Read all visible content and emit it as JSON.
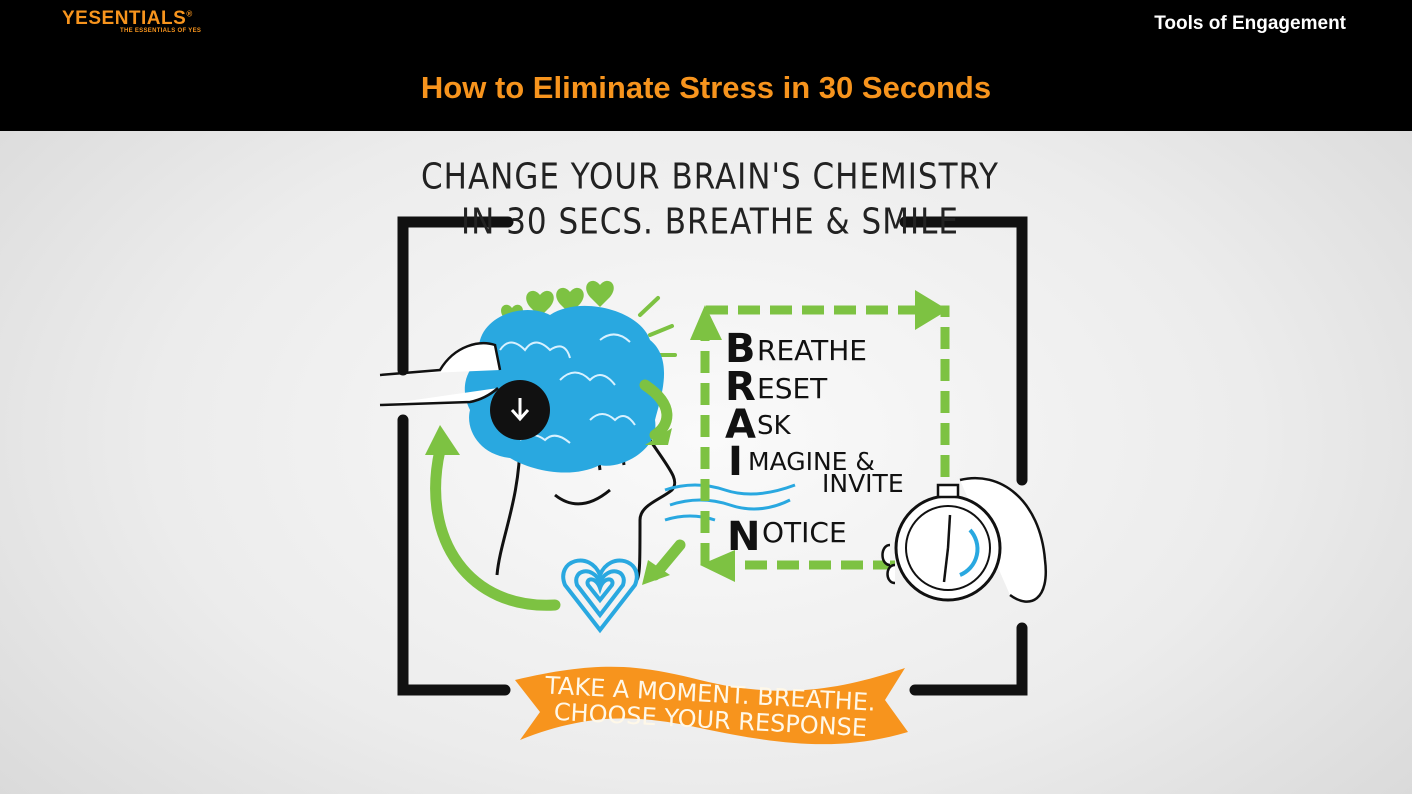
{
  "header": {
    "logo": {
      "name": "YESENTIALS",
      "tagline": "THE ESSENTIALS OF YES"
    },
    "series": "Tools of Engagement",
    "title": "How to Eliminate Stress in 30 Seconds"
  },
  "illustration": {
    "heading_line1": "CHANGE YOUR BRAIN'S CHEMISTRY",
    "heading_line2": "IN 30 SECS. BREATHE & SMILE",
    "acronym": [
      {
        "letter": "B",
        "rest": "REATHE"
      },
      {
        "letter": "R",
        "rest": "ESET"
      },
      {
        "letter": "A",
        "rest": "SK"
      },
      {
        "letter": "I",
        "rest": "MAGINE &"
      },
      {
        "letter": "",
        "rest": "INVITE"
      },
      {
        "letter": "N",
        "rest": "OTICE"
      }
    ],
    "banner_line1": "TAKE A MOMENT. BREATHE.",
    "banner_line2": "CHOOSE YOUR RESPONSE"
  },
  "colors": {
    "accent": "#f7941d",
    "green": "#7dc242",
    "blue": "#29a8e0",
    "black": "#111111"
  }
}
